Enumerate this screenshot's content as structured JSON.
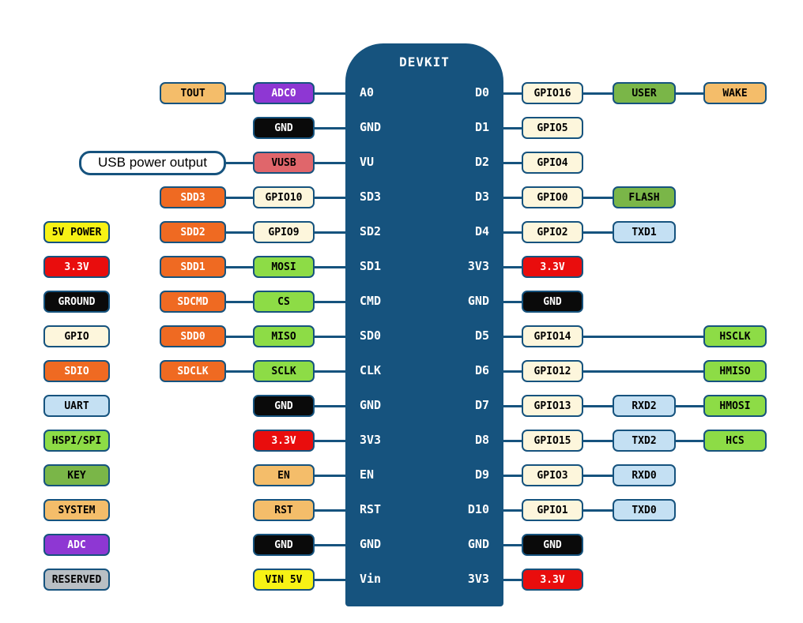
{
  "board": {
    "title": "DEVKIT",
    "left_pins": [
      "A0",
      "GND",
      "VU",
      "SD3",
      "SD2",
      "SD1",
      "CMD",
      "SD0",
      "CLK",
      "GND",
      "3V3",
      "EN",
      "RST",
      "GND",
      "Vin"
    ],
    "right_pins": [
      "D0",
      "D1",
      "D2",
      "D3",
      "D4",
      "3V3",
      "GND",
      "D5",
      "D6",
      "D7",
      "D8",
      "D9",
      "D10",
      "GND",
      "3V3"
    ]
  },
  "colors": {
    "board_bg": "#16537e",
    "line": "#16537e",
    "border": "#16537e",
    "types": {
      "power5v": {
        "bg": "#f7f215",
        "fg": "#000000"
      },
      "power33": {
        "bg": "#e90d0d",
        "fg": "#ffffff"
      },
      "ground": {
        "bg": "#0a0a0a",
        "fg": "#ffffff"
      },
      "gpio": {
        "bg": "#fdf6dc",
        "fg": "#000000"
      },
      "sdio": {
        "bg": "#ef6a22",
        "fg": "#ffffff"
      },
      "uart": {
        "bg": "#c4e0f3",
        "fg": "#000000"
      },
      "hspi": {
        "bg": "#8ddc46",
        "fg": "#000000"
      },
      "key": {
        "bg": "#7ab648",
        "fg": "#000000"
      },
      "system": {
        "bg": "#f4bd6a",
        "fg": "#000000"
      },
      "adc": {
        "bg": "#8e37d3",
        "fg": "#ffffff"
      },
      "reserved": {
        "bg": "#b9bfc4",
        "fg": "#000000"
      },
      "vusb": {
        "bg": "#e0666b",
        "fg": "#000000"
      },
      "callout": {
        "bg": "#ffffff",
        "fg": "#000000"
      }
    }
  },
  "legend": {
    "items": [
      {
        "label": "5V POWER",
        "type": "power5v"
      },
      {
        "label": "3.3V",
        "type": "power33"
      },
      {
        "label": "GROUND",
        "type": "ground"
      },
      {
        "label": "GPIO",
        "type": "gpio"
      },
      {
        "label": "SDIO",
        "type": "sdio"
      },
      {
        "label": "UART",
        "type": "uart"
      },
      {
        "label": "HSPI/SPI",
        "type": "hspi"
      },
      {
        "label": "KEY",
        "type": "key"
      },
      {
        "label": "SYSTEM",
        "type": "system"
      },
      {
        "label": "ADC",
        "type": "adc"
      },
      {
        "label": "RESERVED",
        "type": "reserved"
      }
    ]
  },
  "left_rows": [
    {
      "pin": "A0",
      "boxes": [
        {
          "label": "ADC0",
          "type": "adc",
          "col": "l1"
        },
        {
          "label": "TOUT",
          "type": "system",
          "col": "l2"
        }
      ]
    },
    {
      "pin": "GND",
      "boxes": [
        {
          "label": "GND",
          "type": "ground",
          "col": "l1"
        }
      ]
    },
    {
      "pin": "VU",
      "boxes": [
        {
          "label": "VUSB",
          "type": "vusb",
          "col": "l1"
        },
        {
          "label": "USB power output",
          "type": "callout",
          "col": "lc"
        }
      ]
    },
    {
      "pin": "SD3",
      "boxes": [
        {
          "label": "GPIO10",
          "type": "gpio",
          "col": "l1"
        },
        {
          "label": "SDD3",
          "type": "sdio",
          "col": "l2"
        }
      ]
    },
    {
      "pin": "SD2",
      "boxes": [
        {
          "label": "GPIO9",
          "type": "gpio",
          "col": "l1"
        },
        {
          "label": "SDD2",
          "type": "sdio",
          "col": "l2"
        }
      ]
    },
    {
      "pin": "SD1",
      "boxes": [
        {
          "label": "MOSI",
          "type": "hspi",
          "col": "l1"
        },
        {
          "label": "SDD1",
          "type": "sdio",
          "col": "l2"
        }
      ]
    },
    {
      "pin": "CMD",
      "boxes": [
        {
          "label": "CS",
          "type": "hspi",
          "col": "l1"
        },
        {
          "label": "SDCMD",
          "type": "sdio",
          "col": "l2"
        }
      ]
    },
    {
      "pin": "SD0",
      "boxes": [
        {
          "label": "MISO",
          "type": "hspi",
          "col": "l1"
        },
        {
          "label": "SDD0",
          "type": "sdio",
          "col": "l2"
        }
      ]
    },
    {
      "pin": "CLK",
      "boxes": [
        {
          "label": "SCLK",
          "type": "hspi",
          "col": "l1"
        },
        {
          "label": "SDCLK",
          "type": "sdio",
          "col": "l2"
        }
      ]
    },
    {
      "pin": "GND",
      "boxes": [
        {
          "label": "GND",
          "type": "ground",
          "col": "l1"
        }
      ]
    },
    {
      "pin": "3V3",
      "boxes": [
        {
          "label": "3.3V",
          "type": "power33",
          "col": "l1"
        }
      ]
    },
    {
      "pin": "EN",
      "boxes": [
        {
          "label": "EN",
          "type": "system",
          "col": "l1"
        }
      ]
    },
    {
      "pin": "RST",
      "boxes": [
        {
          "label": "RST",
          "type": "system",
          "col": "l1"
        }
      ]
    },
    {
      "pin": "GND",
      "boxes": [
        {
          "label": "GND",
          "type": "ground",
          "col": "l1"
        }
      ]
    },
    {
      "pin": "Vin",
      "boxes": [
        {
          "label": "VIN 5V",
          "type": "power5v",
          "col": "l1"
        }
      ]
    }
  ],
  "right_rows": [
    {
      "pin": "D0",
      "boxes": [
        {
          "label": "GPIO16",
          "type": "gpio",
          "col": "r1"
        },
        {
          "label": "USER",
          "type": "key",
          "col": "r2"
        },
        {
          "label": "WAKE",
          "type": "system",
          "col": "r3"
        }
      ]
    },
    {
      "pin": "D1",
      "boxes": [
        {
          "label": "GPIO5",
          "type": "gpio",
          "col": "r1"
        }
      ]
    },
    {
      "pin": "D2",
      "boxes": [
        {
          "label": "GPIO4",
          "type": "gpio",
          "col": "r1"
        }
      ]
    },
    {
      "pin": "D3",
      "boxes": [
        {
          "label": "GPIO0",
          "type": "gpio",
          "col": "r1"
        },
        {
          "label": "FLASH",
          "type": "key",
          "col": "r2"
        }
      ]
    },
    {
      "pin": "D4",
      "boxes": [
        {
          "label": "GPIO2",
          "type": "gpio",
          "col": "r1"
        },
        {
          "label": "TXD1",
          "type": "uart",
          "col": "r2"
        }
      ]
    },
    {
      "pin": "3V3",
      "boxes": [
        {
          "label": "3.3V",
          "type": "power33",
          "col": "r1"
        }
      ]
    },
    {
      "pin": "GND",
      "boxes": [
        {
          "label": "GND",
          "type": "ground",
          "col": "r1"
        }
      ]
    },
    {
      "pin": "D5",
      "boxes": [
        {
          "label": "GPIO14",
          "type": "gpio",
          "col": "r1"
        },
        {
          "label": "HSCLK",
          "type": "hspi",
          "col": "r3"
        }
      ]
    },
    {
      "pin": "D6",
      "boxes": [
        {
          "label": "GPIO12",
          "type": "gpio",
          "col": "r1"
        },
        {
          "label": "HMISO",
          "type": "hspi",
          "col": "r3"
        }
      ]
    },
    {
      "pin": "D7",
      "boxes": [
        {
          "label": "GPIO13",
          "type": "gpio",
          "col": "r1"
        },
        {
          "label": "RXD2",
          "type": "uart",
          "col": "r2"
        },
        {
          "label": "HMOSI",
          "type": "hspi",
          "col": "r3"
        }
      ]
    },
    {
      "pin": "D8",
      "boxes": [
        {
          "label": "GPIO15",
          "type": "gpio",
          "col": "r1"
        },
        {
          "label": "TXD2",
          "type": "uart",
          "col": "r2"
        },
        {
          "label": "HCS",
          "type": "hspi",
          "col": "r3"
        }
      ]
    },
    {
      "pin": "D9",
      "boxes": [
        {
          "label": "GPIO3",
          "type": "gpio",
          "col": "r1"
        },
        {
          "label": "RXD0",
          "type": "uart",
          "col": "r2"
        }
      ]
    },
    {
      "pin": "D10",
      "boxes": [
        {
          "label": "GPIO1",
          "type": "gpio",
          "col": "r1"
        },
        {
          "label": "TXD0",
          "type": "uart",
          "col": "r2"
        }
      ]
    },
    {
      "pin": "GND",
      "boxes": [
        {
          "label": "GND",
          "type": "ground",
          "col": "r1"
        }
      ]
    },
    {
      "pin": "3V3",
      "boxes": [
        {
          "label": "3.3V",
          "type": "power33",
          "col": "r1"
        }
      ]
    }
  ]
}
